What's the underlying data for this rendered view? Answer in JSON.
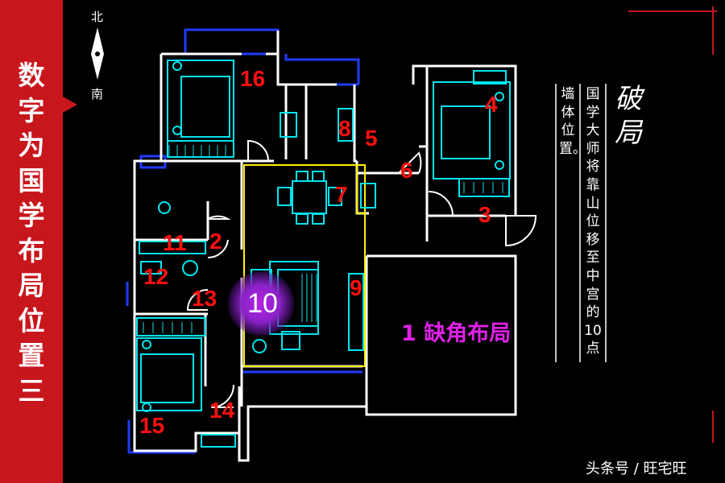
{
  "sidebar": {
    "title": "数字为国学布局位置三"
  },
  "compass": {
    "north": "北",
    "south": "南"
  },
  "rooms": {
    "r1": "1",
    "r2": "2",
    "r3": "3",
    "r4": "4",
    "r5": "5",
    "r6": "6",
    "r7": "7",
    "r8": "8",
    "r9": "9",
    "r11": "11",
    "r12": "12",
    "r13": "13",
    "r14": "14",
    "r15": "15",
    "r16": "16"
  },
  "marker": {
    "label": "10"
  },
  "missing_corner": {
    "label": "缺角布局"
  },
  "panel": {
    "title": "破局",
    "col1": "国学大师将靠山位移至中宫的10点",
    "col2": "墙体位置。"
  },
  "watermark": {
    "text": "头条号 / 旺宅旺"
  },
  "colors": {
    "wall": "#ffffff",
    "furniture": "#00e5ee",
    "window": "#1f3bff",
    "highlight": "#ffee00",
    "room_number": "#ff1010",
    "accent_red": "#c8161d",
    "missing_label": "#e020e8"
  }
}
